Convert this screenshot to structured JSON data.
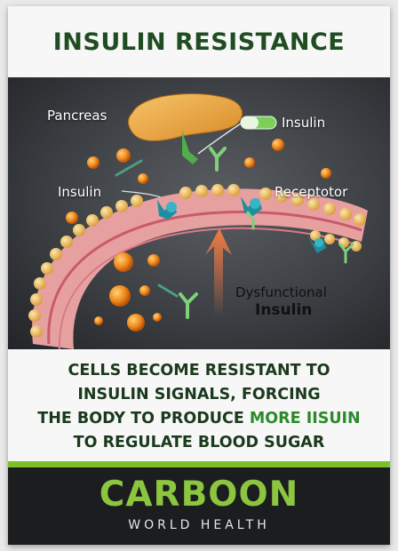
{
  "title": "INSULIN RESISTANCE",
  "labels": {
    "pancreas": "Pancreas",
    "insulin_right": "Insulin",
    "insulin_left": "Insulin",
    "receptor": "Receptotor",
    "dysfunctional_line1": "Dysfunctional",
    "dysfunctional_line2": "Insulin"
  },
  "message": {
    "line1": "CELLS BECOME RESISTANT TO",
    "line2": "INSULIN SIGNALS, FORCING",
    "line3_prefix": "THE BODY TO PRODUCE ",
    "line3_accent": "MORE IISUIN",
    "line4": "TO REGULATE BLOOD SUGAR"
  },
  "brand": {
    "name": "CARBOON",
    "tagline": "WORLD HEALTH"
  },
  "colors": {
    "title_green": "#1f4d22",
    "accent_green": "#7dbf2a",
    "footer_bg": "#1c1d1f"
  }
}
